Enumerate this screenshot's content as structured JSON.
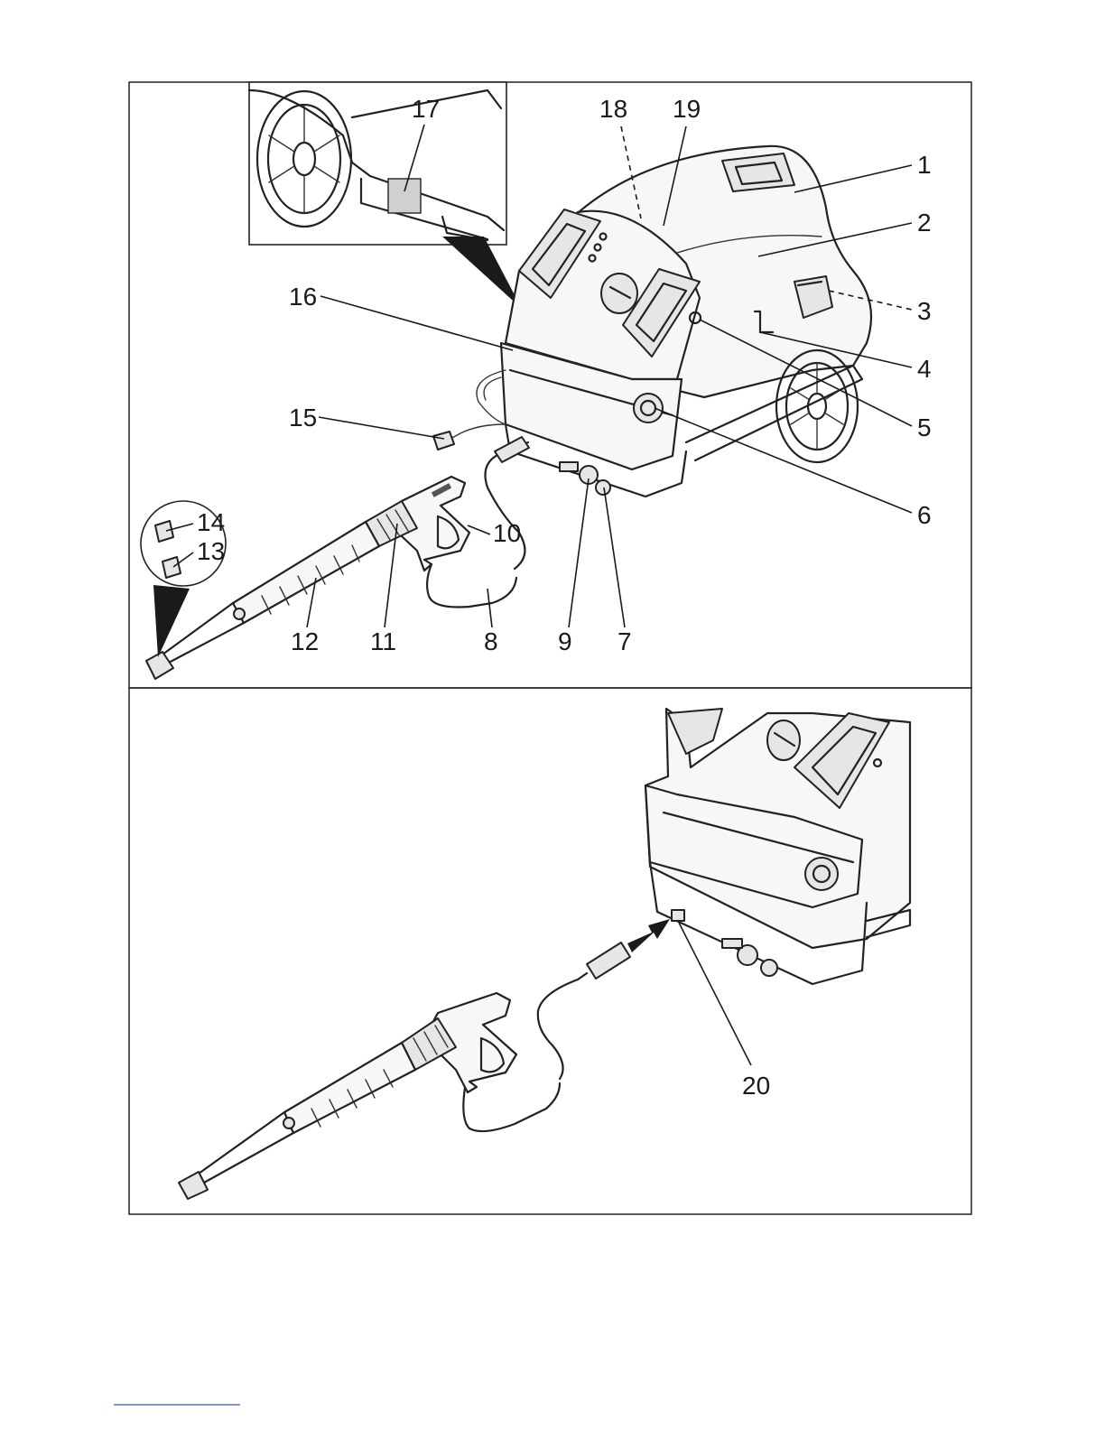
{
  "figure": {
    "top_panel": {
      "callouts": [
        "1",
        "2",
        "3",
        "4",
        "5",
        "6",
        "7",
        "8",
        "9",
        "10",
        "11",
        "12",
        "13",
        "14",
        "15",
        "16",
        "17",
        "18",
        "19"
      ]
    },
    "bottom_panel": {
      "callouts": [
        "20"
      ]
    }
  }
}
